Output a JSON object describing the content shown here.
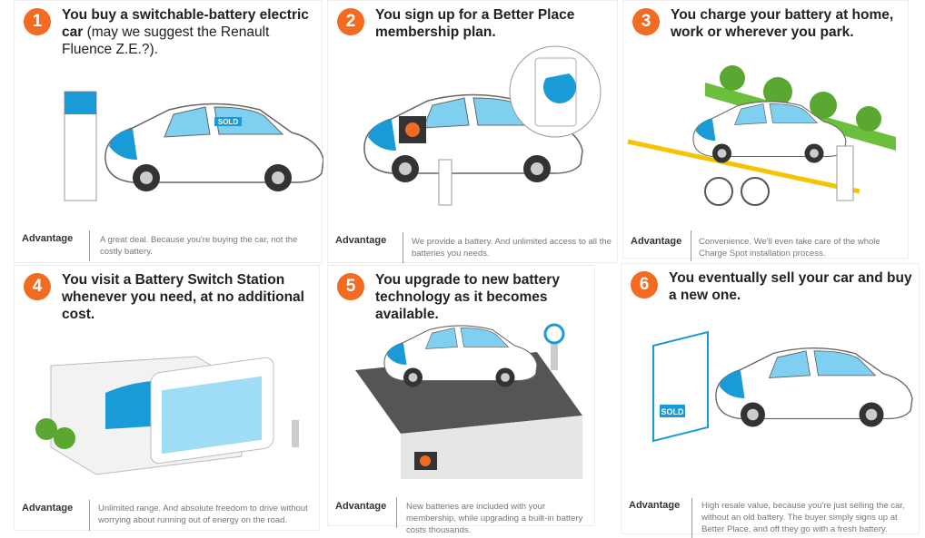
{
  "colors": {
    "accent": "#f26b21",
    "brand_blue": "#1a9ad6",
    "sky": "#7fd0f0"
  },
  "advantage_label": "Advantage",
  "steps": [
    {
      "number": "1",
      "title_bold": "You buy a switchable-battery electric car",
      "title_light": " (may we suggest the Renault Fluence Z.E.?).",
      "advantage": "A great deal. Because you're buying the car, not the costly battery.",
      "sign_text": "SOLD"
    },
    {
      "number": "2",
      "title_bold": "You sign up for a Better Place membership plan.",
      "title_light": "",
      "advantage": "We provide a battery. And unlimited access to all the batteries you needs."
    },
    {
      "number": "3",
      "title_bold": "You charge your battery at home, work or wherever you park.",
      "title_light": "",
      "advantage": "Convenience. We'll even take care of the whole Charge Spot installation process."
    },
    {
      "number": "4",
      "title_bold": "You visit a Battery Switch Station whenever you need, at no additional cost.",
      "title_light": "",
      "advantage": "Unlimited range. And absolute freedom to drive without worrying about running out of energy on the road."
    },
    {
      "number": "5",
      "title_bold": "You upgrade to new battery technology as it becomes available.",
      "title_light": "",
      "advantage": "New batteries are included with your membership, while upgrading a built-in battery costs thousands."
    },
    {
      "number": "6",
      "title_bold": "You eventually sell your car and buy a new one.",
      "title_light": "",
      "advantage": "High resale value, because you're just selling the car, without an old battery. The buyer simply signs up at Better Place, and off they go with a fresh battery.",
      "sign_text": "SOLD"
    }
  ]
}
